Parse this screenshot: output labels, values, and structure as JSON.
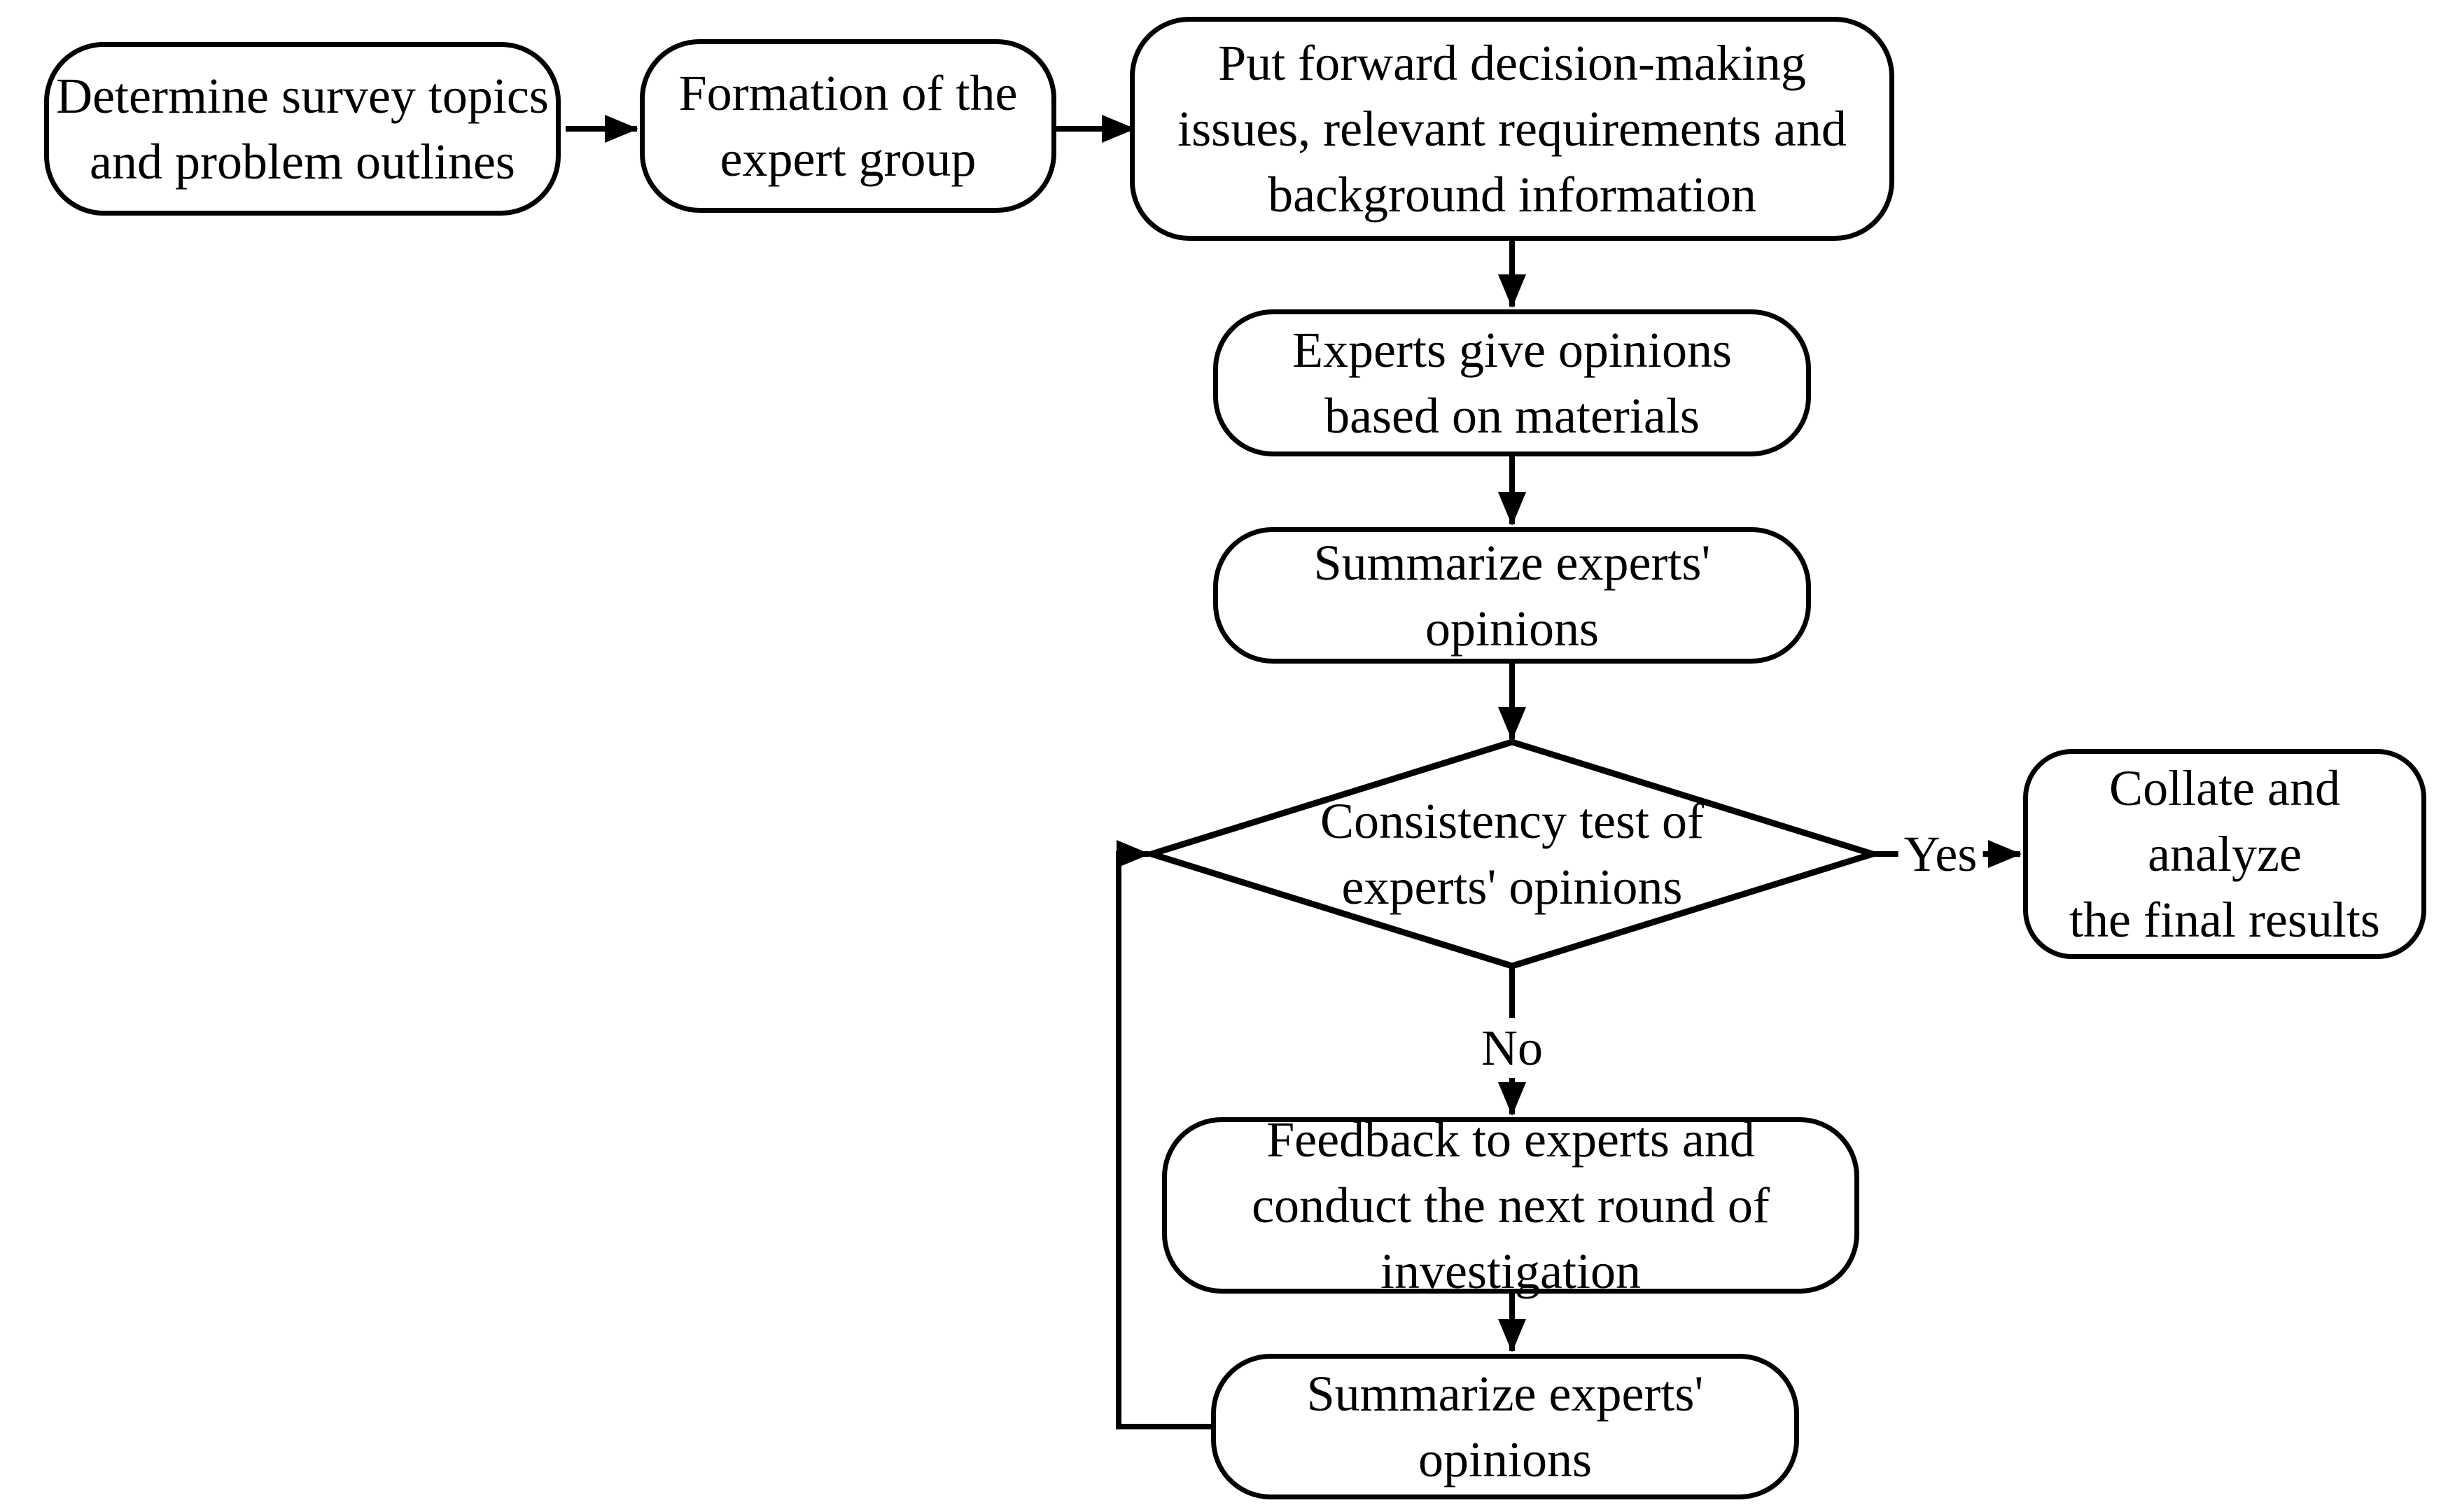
{
  "diagram": {
    "type": "flowchart",
    "background_color": "#ffffff",
    "stroke_color": "#000000",
    "nodes": {
      "determine": {
        "shape": "rounded-rect",
        "lines": [
          "Determine survey topics",
          "and problem outlines"
        ]
      },
      "formation": {
        "shape": "rounded-rect",
        "lines": [
          "Formation of the",
          "expert group"
        ]
      },
      "put_forward": {
        "shape": "rounded-rect",
        "lines": [
          "Put forward decision-making",
          "issues, relevant requirements and",
          "background information"
        ]
      },
      "experts_give": {
        "shape": "rounded-rect",
        "lines": [
          "Experts give opinions",
          "based on materials"
        ]
      },
      "summarize_1": {
        "shape": "rounded-rect",
        "lines": [
          "Summarize experts'",
          "opinions"
        ]
      },
      "consistency": {
        "shape": "diamond",
        "lines": [
          "Consistency test of",
          "experts' opinions"
        ]
      },
      "collate": {
        "shape": "rounded-rect",
        "lines": [
          "Collate and",
          "analyze",
          "the final results"
        ]
      },
      "feedback": {
        "shape": "rounded-rect",
        "lines": [
          "Feedback to experts and",
          "conduct the next round of",
          "investigation"
        ]
      },
      "summarize_2": {
        "shape": "rounded-rect",
        "lines": [
          "Summarize experts'",
          "opinions"
        ]
      }
    },
    "edge_labels": {
      "yes": "Yes",
      "no": "No"
    },
    "edges": [
      {
        "from": "determine",
        "to": "formation"
      },
      {
        "from": "formation",
        "to": "put_forward"
      },
      {
        "from": "put_forward",
        "to": "experts_give"
      },
      {
        "from": "experts_give",
        "to": "summarize_1"
      },
      {
        "from": "summarize_1",
        "to": "consistency"
      },
      {
        "from": "consistency",
        "to": "collate",
        "label": "Yes"
      },
      {
        "from": "consistency",
        "to": "feedback",
        "label": "No"
      },
      {
        "from": "feedback",
        "to": "summarize_2"
      },
      {
        "from": "summarize_2",
        "to": "consistency",
        "note": "loop back to decision"
      }
    ]
  }
}
